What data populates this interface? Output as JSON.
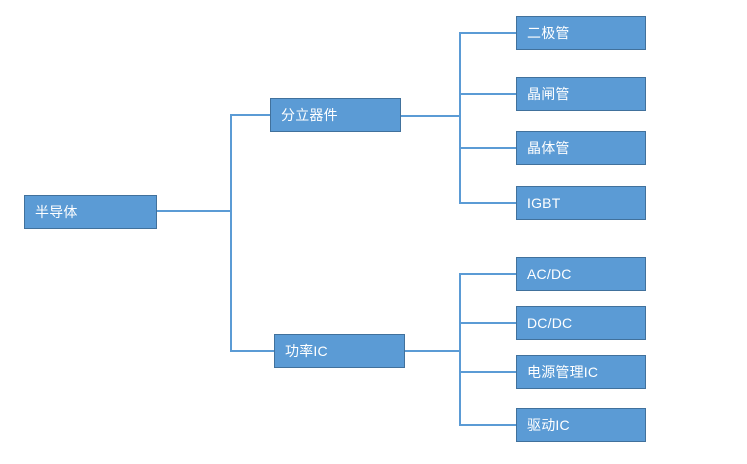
{
  "diagram": {
    "title_text": "",
    "colors": {
      "node_fill": "#5b9bd5",
      "node_border": "#41719c",
      "node_text": "#ffffff",
      "connector": "#5b9bd5",
      "background": "#ffffff"
    },
    "root": {
      "label": "半导体"
    },
    "branches": [
      {
        "label": "分立器件"
      },
      {
        "label": "功率IC"
      }
    ],
    "leaves": [
      {
        "label": "二极管",
        "parent": "分立器件"
      },
      {
        "label": "晶闸管",
        "parent": "分立器件"
      },
      {
        "label": "晶体管",
        "parent": "分立器件"
      },
      {
        "label": "IGBT",
        "parent": "分立器件"
      },
      {
        "label": "AC/DC",
        "parent": "功率IC"
      },
      {
        "label": "DC/DC",
        "parent": "功率IC"
      },
      {
        "label": "电源管理IC",
        "parent": "功率IC"
      },
      {
        "label": "驱动IC",
        "parent": "功率IC"
      }
    ]
  }
}
